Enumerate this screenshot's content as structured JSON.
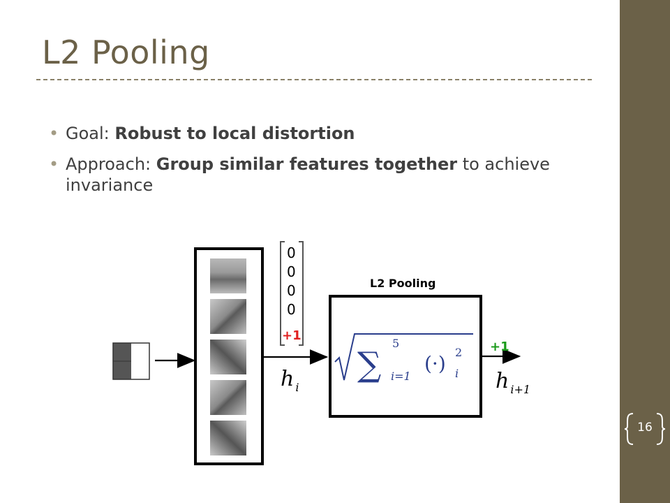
{
  "slide": {
    "title": "L2 Pooling",
    "bullets": [
      {
        "prefix": "Goal: ",
        "bold": "Robust to local distortion",
        "suffix": ""
      },
      {
        "prefix": "Approach: ",
        "bold": "Group similar features together",
        "suffix": " to achieve invariance"
      }
    ],
    "page_number": "16"
  },
  "diagram": {
    "column_vector": [
      "0",
      "0",
      "0",
      "0",
      "+1"
    ],
    "input_label": "h",
    "input_sub": "i",
    "pooling_label": "L2 Pooling",
    "formula": {
      "sum_symbol": "∑",
      "upper": "5",
      "lower": "i=1",
      "body": "(·)",
      "power": "2",
      "sub": "i"
    },
    "output_plus": "+1",
    "output_label": "h",
    "output_sub": "i+1",
    "colors": {
      "accent": "#6b6148",
      "red": "#e02020",
      "green": "#1a9a1a",
      "formula_blue": "#2a3e8c"
    }
  }
}
